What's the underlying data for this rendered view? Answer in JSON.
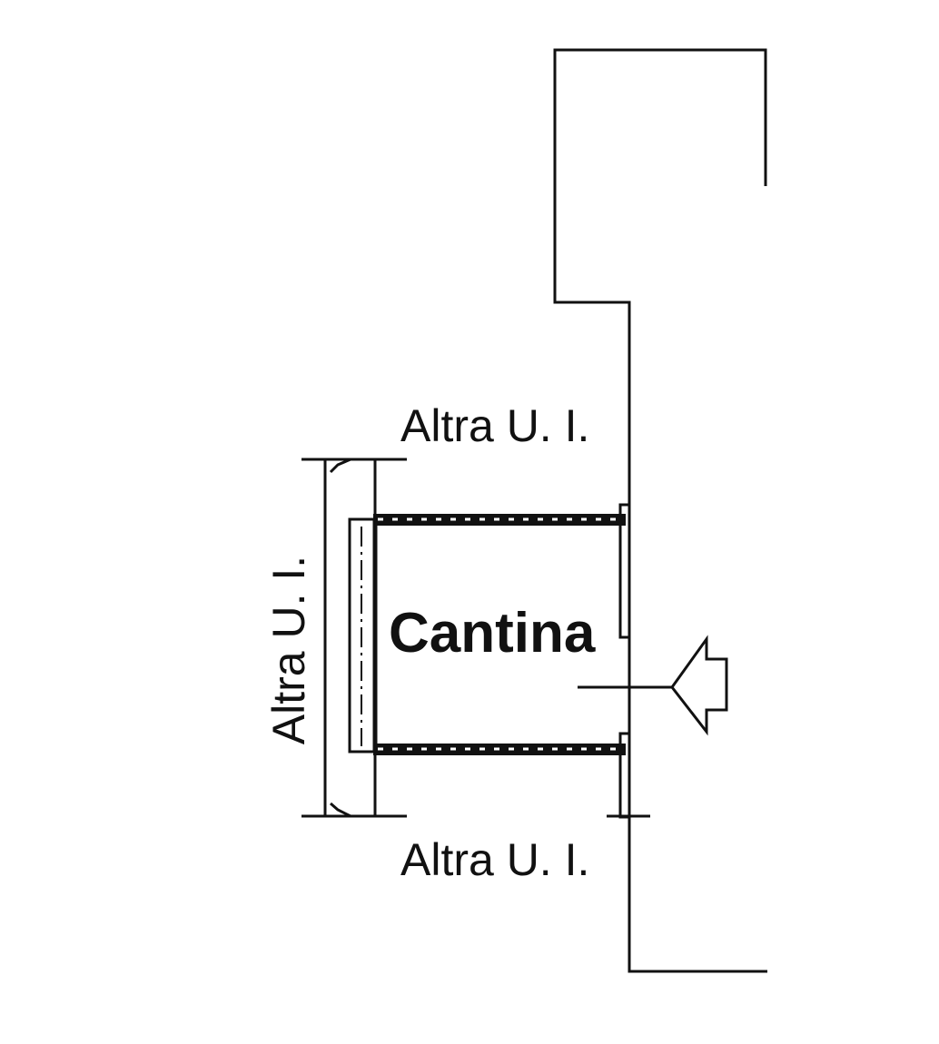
{
  "plan": {
    "room_label": "Cantina",
    "adjacent_top_label": "Altra U. I.",
    "adjacent_bottom_label": "Altra U. I.",
    "adjacent_left_label": "Altra U. I."
  }
}
